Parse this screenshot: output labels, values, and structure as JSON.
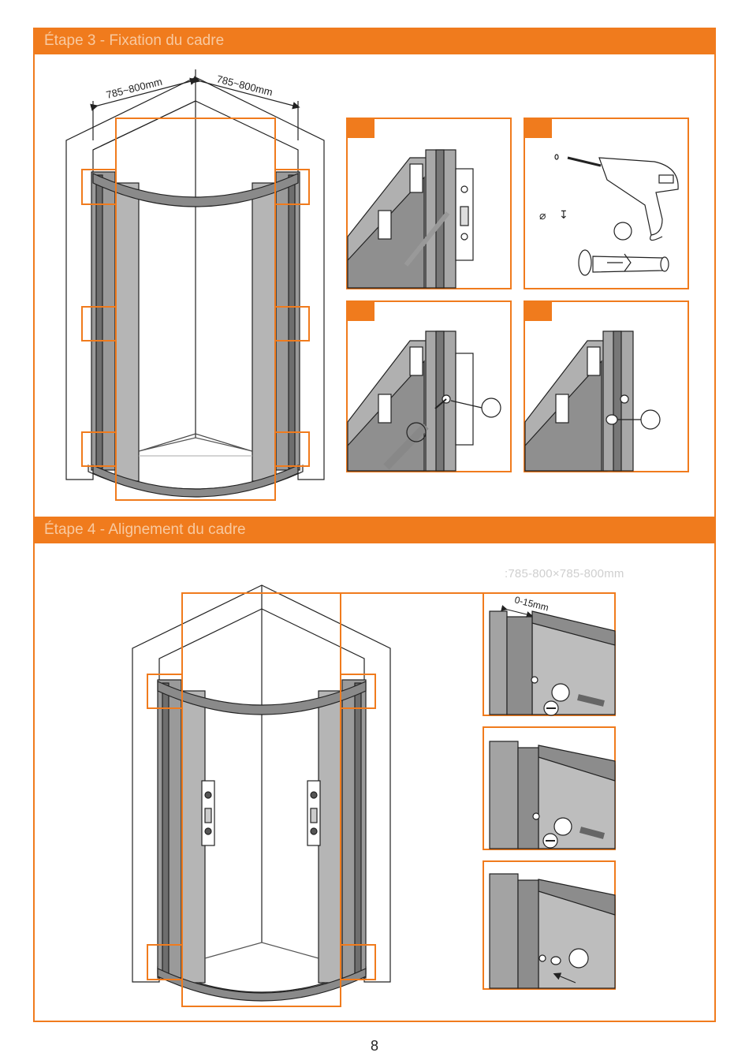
{
  "step3": {
    "title": "Étape 3 - Fixation du cadre"
  },
  "step4": {
    "title": "Étape 4 - Alignement du cadre"
  },
  "dimensions": {
    "left_width": "785~800mm",
    "right_width": "785~800mm",
    "spec": ":785-800×785-800mm",
    "gap": "0-15mm"
  },
  "symbols": {
    "diameter": "⌀",
    "depth": "↧"
  },
  "page_number": "8",
  "colors": {
    "accent": "#f07b1d",
    "profile": "#9a9a9a",
    "profile_dark": "#5a5a5a"
  }
}
